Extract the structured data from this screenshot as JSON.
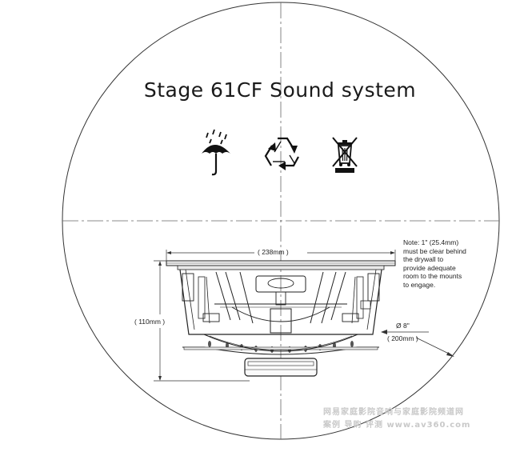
{
  "title": "Stage 61CF Sound system",
  "icons": [
    "umbrella-rain-icon",
    "recycle-icon",
    "crossed-bin-icon"
  ],
  "dimensions": {
    "width": "( 238mm )",
    "height": "( 110mm )",
    "diameter": "Ø 8\"",
    "diameter_mm": "( 200mm )"
  },
  "note_lines": [
    "Note: 1\" (25.4mm)",
    "must be clear behind",
    "the drywall to",
    "provide adequate",
    "room to the mounts",
    "to engage."
  ],
  "watermark": {
    "line1": "网易家庭影院音响与家庭影院频道网",
    "line2": "案例 导购 评测 www.av360.com"
  }
}
